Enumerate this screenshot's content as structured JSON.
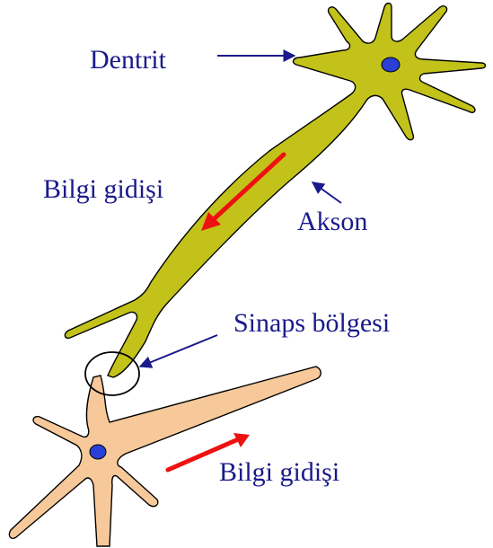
{
  "labels": {
    "dendrite": "Dentrit",
    "info_flow_top": "Bilgi gidişi",
    "axon": "Akson",
    "synapse_region": "Sinaps bölgesi",
    "info_flow_bottom": "Bilgi gidişi"
  },
  "colors": {
    "upper_neuron_fill": "#c2c21a",
    "lower_neuron_fill": "#f7c99a",
    "nucleus": "#2a3fd6",
    "label_text": "#1a1a8c",
    "pointer_arrow": "#1a1a8c",
    "flow_arrow": "#ee1111",
    "outline": "#000000"
  }
}
